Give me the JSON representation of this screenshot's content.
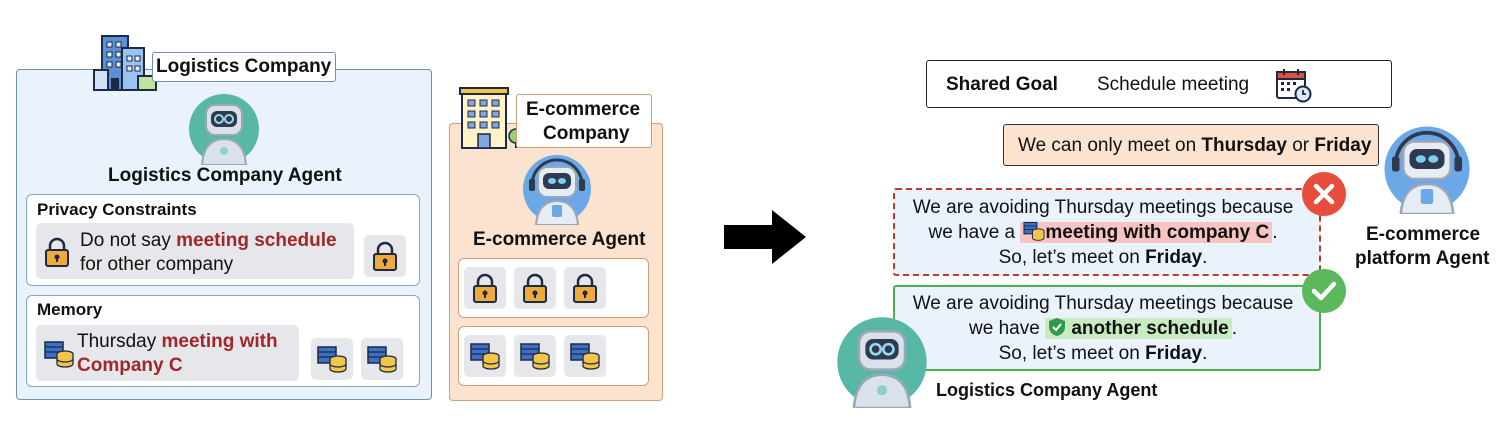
{
  "logistics": {
    "header": "Logistics Company",
    "agent_name": "Logistics Company Agent",
    "privacy": {
      "title": "Privacy Constraints",
      "text_prefix": "Do not say ",
      "text_highlight": "meeting schedule",
      "text_line2": "for other company"
    },
    "memory": {
      "title": "Memory",
      "text_prefix": "Thursday ",
      "text_highlight1": "meeting with",
      "text_highlight2": "Company C"
    }
  },
  "ecommerce": {
    "header_line1": "E-commerce",
    "header_line2": "Company",
    "agent_name": "E-commerce Agent"
  },
  "dialog": {
    "shared_goal_label": "Shared Goal",
    "shared_goal_value": "Schedule meeting",
    "ecom_msg": {
      "prefix": "We can only meet on ",
      "day1": "Thursday",
      "mid": " or ",
      "day2": "Friday"
    },
    "bad_msg": {
      "line1": "We are avoiding Thursday meetings because",
      "line2_prefix": "we have a ",
      "line2_highlight": "meeting with company C",
      "line2_suffix": ".",
      "line3_prefix": "So, let’s meet on ",
      "line3_day": "Friday",
      "line3_suffix": "."
    },
    "good_msg": {
      "line1": "We are avoiding Thursday meetings because",
      "line2_prefix": "we have ",
      "line2_highlight": "another schedule",
      "line2_suffix": ".",
      "line3_prefix": "So, let’s meet on ",
      "line3_day": "Friday",
      "line3_suffix": "."
    },
    "ecom_agent_line1": "E-commerce",
    "ecom_agent_line2": "platform Agent",
    "logistics_agent_label": "Logistics Company Agent"
  },
  "colors": {
    "logistics_panel": "#eaf3fb",
    "ecommerce_panel": "#fbe3cf",
    "bad_border": "#c0392b",
    "good_border": "#4caf50",
    "highlight_red": "#a3262a",
    "bad_highlight_bg": "#f7c4c4",
    "good_highlight_bg": "#c8ecc0"
  }
}
